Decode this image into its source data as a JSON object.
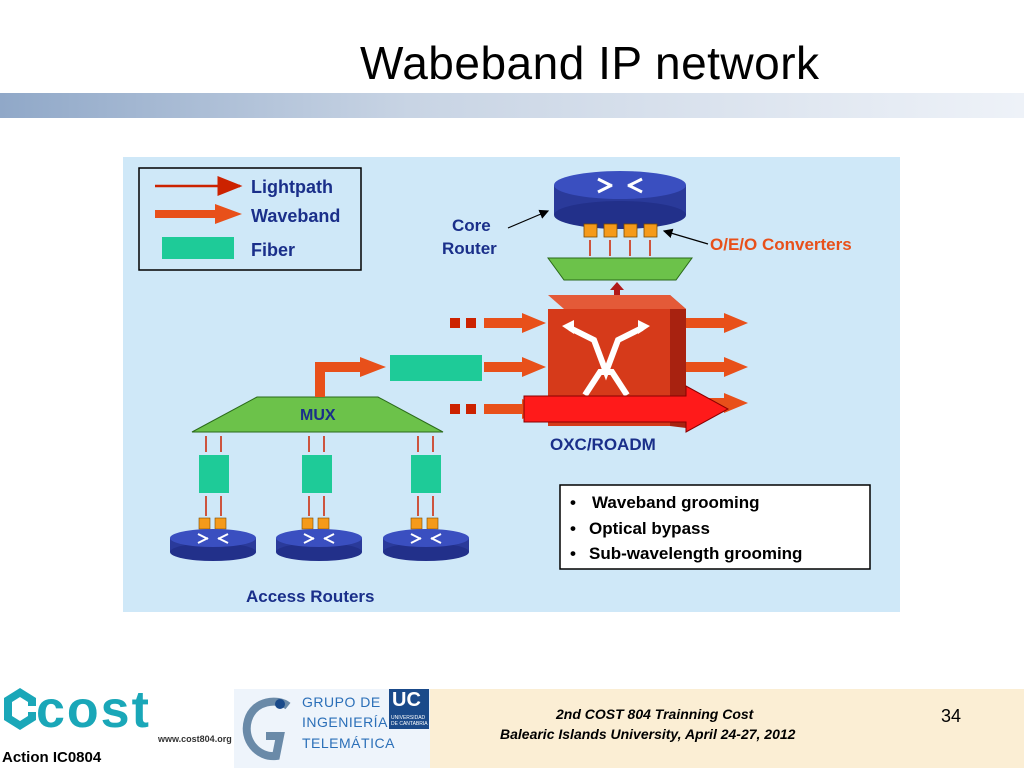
{
  "slide": {
    "title": "Wabeband IP network",
    "page_number": "34"
  },
  "legend": {
    "lightpath": "Lightpath",
    "waveband": "Waveband",
    "fiber": "Fiber"
  },
  "labels": {
    "core_router": [
      "Core",
      "Router"
    ],
    "oeo": "O/E/O Converters",
    "mux": "MUX",
    "oxc": "OXC/ROADM",
    "access_routers": "Access Routers"
  },
  "features": [
    "Waveband grooming",
    "Optical bypass",
    "Sub-wavelength grooming"
  ],
  "footer": {
    "line1": "2nd  COST 804 Trainning Cost",
    "line2": "Balearic Islands University, April 24-27, 2012",
    "cost_logo": "cost",
    "cost_url": "www.cost804.org",
    "action": "Action IC0804",
    "grupo": [
      "GRUPO DE",
      "INGENIERÍA",
      "TELEMÁTICA"
    ],
    "uc": "UC",
    "uc_sub": "UNIVERSIDAD DE CANTABRIA"
  },
  "colors": {
    "lightpath": "#cc2200",
    "waveband": "#e8501a",
    "fiber": "#1ecb98",
    "router": "#2a3a9a",
    "oxc": "#d63a1a",
    "mux": "#6cc24a",
    "panel": "#cfe8f8"
  }
}
